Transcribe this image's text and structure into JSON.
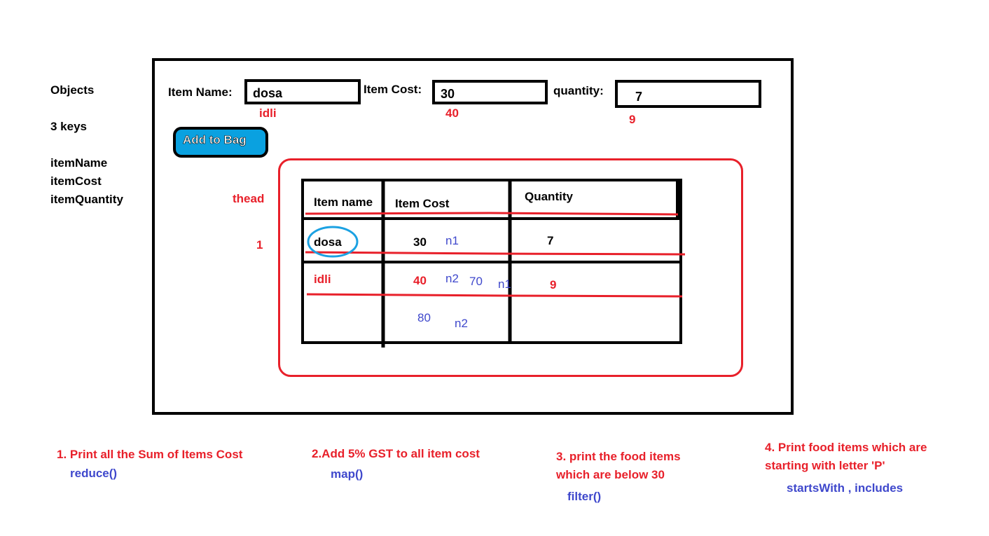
{
  "sidebar": {
    "title": "Objects",
    "keys_label": "3 keys",
    "keys": [
      "itemName",
      "itemCost",
      "itemQuantity"
    ]
  },
  "form": {
    "item_name_label": "Item Name:",
    "item_name_value": "dosa",
    "item_name_note": "idli",
    "item_cost_label": "Item Cost:",
    "item_cost_value": "30",
    "item_cost_note": "40",
    "quantity_label": "quantity:",
    "quantity_value": "7",
    "quantity_note": "9",
    "add_button_label": "Add to Bag"
  },
  "table": {
    "thead_note": "thead",
    "row_note": "1",
    "headers": [
      "Item name",
      "Item Cost",
      "Quantity"
    ],
    "row1": {
      "name": "dosa",
      "cost": "30",
      "cost_tag": "n1",
      "quantity": "7"
    },
    "row2": {
      "name": "idli",
      "cost": "40",
      "cost_tag": "n2",
      "extra_value": "70",
      "extra_tag": "n1",
      "quantity": "9"
    },
    "row3": {
      "cost": "80",
      "cost_tag": "n2"
    }
  },
  "tasks": [
    {
      "title": "1. Print all the Sum of Items Cost",
      "method": "reduce()"
    },
    {
      "title": "2.Add 5% GST to all item cost",
      "method": "map()"
    },
    {
      "title_line1": "3. print the food items",
      "title_line2": "which are below 30",
      "method": "filter()"
    },
    {
      "title_line1": "4. Print food items which are",
      "title_line2": "starting with letter 'P'",
      "method": "startsWith , includes"
    }
  ],
  "colors": {
    "annotation_red": "#e8202a",
    "annotation_blue": "#3f48cc",
    "button_fill": "#0aa1e0",
    "circle_blue": "#1ba1e2"
  }
}
